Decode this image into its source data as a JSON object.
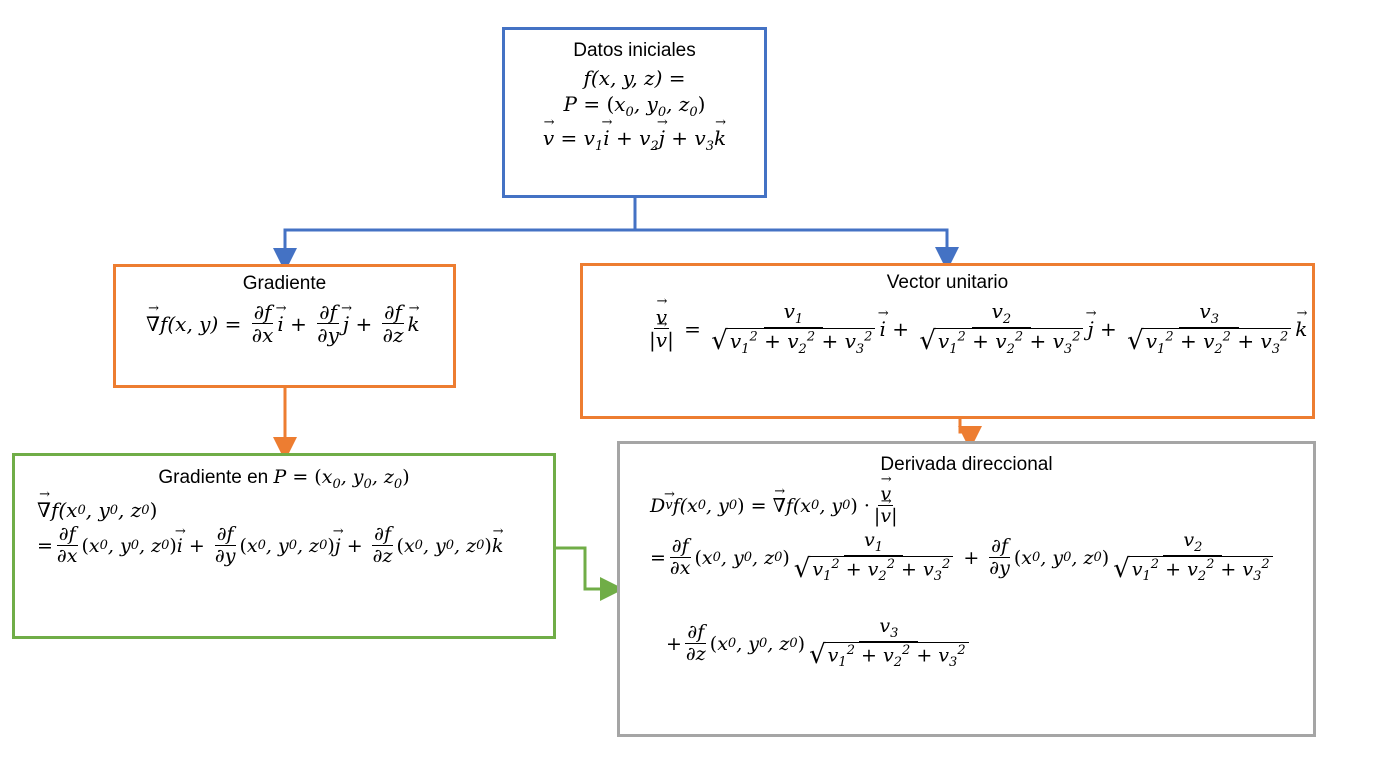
{
  "boxes": {
    "initial": {
      "title": "Datos iniciales",
      "lines": [
        "f(x, y, z) =",
        "P = (x₀, y₀, z₀)",
        "v⃗ = v₁i⃗ + v₂j⃗ + v₃k⃗"
      ]
    },
    "gradient": {
      "title": "Gradiente",
      "formula": "∇⃗f(x, y) = ∂f/∂x i⃗ + ∂f/∂y j⃗ + ∂f/∂z k⃗"
    },
    "unit_vector": {
      "title": "Vector unitario",
      "formula": "v⃗/|v⃗| = v₁/√(v₁² + v₂² + v₃²) i⃗ + v₂/√(v₁² + v₂² + v₃²) j⃗ + v₃/√(v₁² + v₂² + v₃²) k⃗"
    },
    "gradient_at_p": {
      "title": "Gradiente en P = (x₀, y₀, z₀)",
      "formula": "∇⃗f(x₀, y₀, z₀) = ∂f/∂x(x₀, y₀, z₀)i⃗ + ∂f/∂y(x₀, y₀, z₀)j⃗ + ∂f/∂z(x₀, y₀, z₀)k⃗"
    },
    "directional": {
      "title": "Derivada direccional",
      "formula": "D_v⃗ f(x₀, y₀) = ∇⃗f(x₀, y₀) · v⃗/|v⃗| = ∂f/∂x(x₀, y₀, z₀) v₁/√(v₁² + v₂² + v₃²) + ∂f/∂y(x₀, y₀, z₀) v₂/√(v₁² + v₂² + v₃²) + ∂f/∂z(x₀, y₀, z₀) v₃/√(v₁² + v₂² + v₃²)"
    }
  },
  "colors": {
    "blue": "#4472c4",
    "orange": "#ed7d31",
    "green": "#70ad47",
    "gray": "#a5a5a5"
  }
}
